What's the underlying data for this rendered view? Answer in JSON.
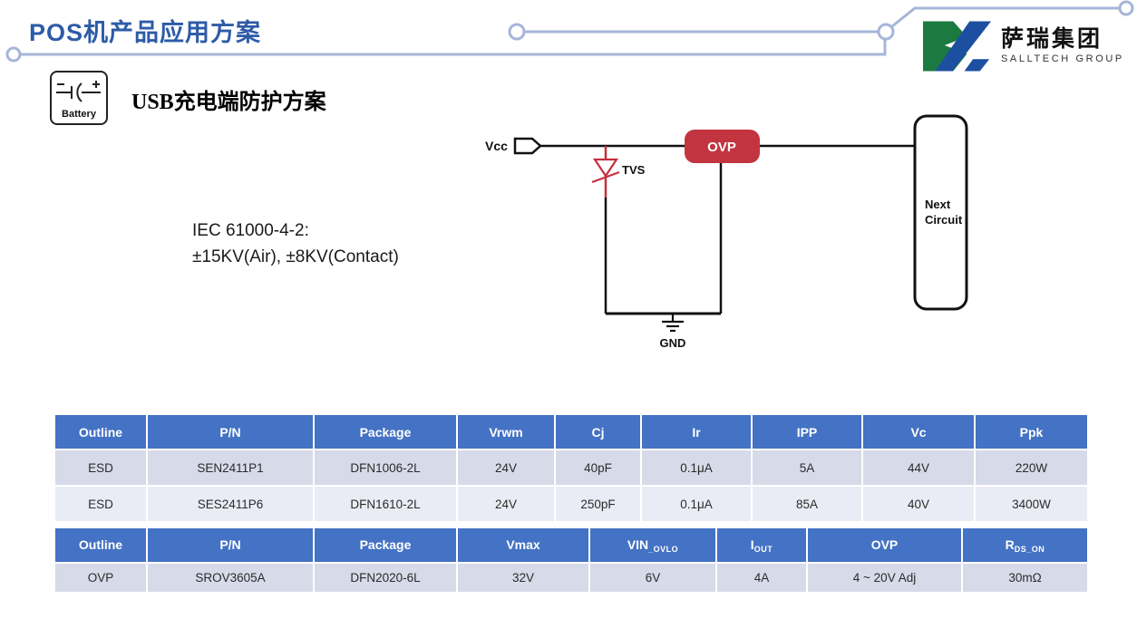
{
  "header": {
    "title": "POS机产品应用方案"
  },
  "logo": {
    "cn": "萨瑞集团",
    "en": "SALLTECH GROUP"
  },
  "section": {
    "battery_label": "Battery",
    "subtitle": "USB充电端防护方案"
  },
  "note": {
    "line1": "IEC 61000-4-2:",
    "line2": "±15KV(Air), ±8KV(Contact)"
  },
  "circuit": {
    "vcc": "Vcc",
    "tvs": "TVS",
    "ovp": "OVP",
    "gnd": "GND",
    "next_line1": "Next",
    "next_line2": "Circuit"
  },
  "colors": {
    "title_blue": "#2d5ba7",
    "table_header_blue": "#4472c4",
    "row_band_dark": "#d6dae9",
    "row_band_light": "#eaecf5",
    "ovp_red": "#c23540",
    "tvs_red": "#c3303b",
    "decor_line": "#a6b5d8",
    "logo_green": "#1b7a3f",
    "logo_blue": "#1d4fa1"
  },
  "table1": {
    "headers": [
      "Outline",
      "P/N",
      "Package",
      "Vrwm",
      "Cj",
      "Ir",
      "IPP",
      "Vc",
      "Ppk"
    ],
    "rows": [
      [
        "ESD",
        "SEN2411P1",
        "DFN1006-2L",
        "24V",
        "40pF",
        "0.1μA",
        "5A",
        "44V",
        "220W"
      ],
      [
        "ESD",
        "SES2411P6",
        "DFN1610-2L",
        "24V",
        "250pF",
        "0.1μA",
        "85A",
        "40V",
        "3400W"
      ]
    ]
  },
  "table2": {
    "headers": [
      {
        "main": "Outline",
        "sub": ""
      },
      {
        "main": "P/N",
        "sub": ""
      },
      {
        "main": "Package",
        "sub": ""
      },
      {
        "main": "Vmax",
        "sub": ""
      },
      {
        "main": "VIN",
        "sub": "_OVLO"
      },
      {
        "main": "I",
        "sub": "OUT"
      },
      {
        "main": "OVP",
        "sub": ""
      },
      {
        "main": "R",
        "sub": "DS_ON"
      }
    ],
    "rows": [
      [
        "OVP",
        "SROV3605A",
        "DFN2020-6L",
        "32V",
        "6V",
        "4A",
        "4 ~ 20V Adj",
        "30mΩ"
      ]
    ]
  }
}
